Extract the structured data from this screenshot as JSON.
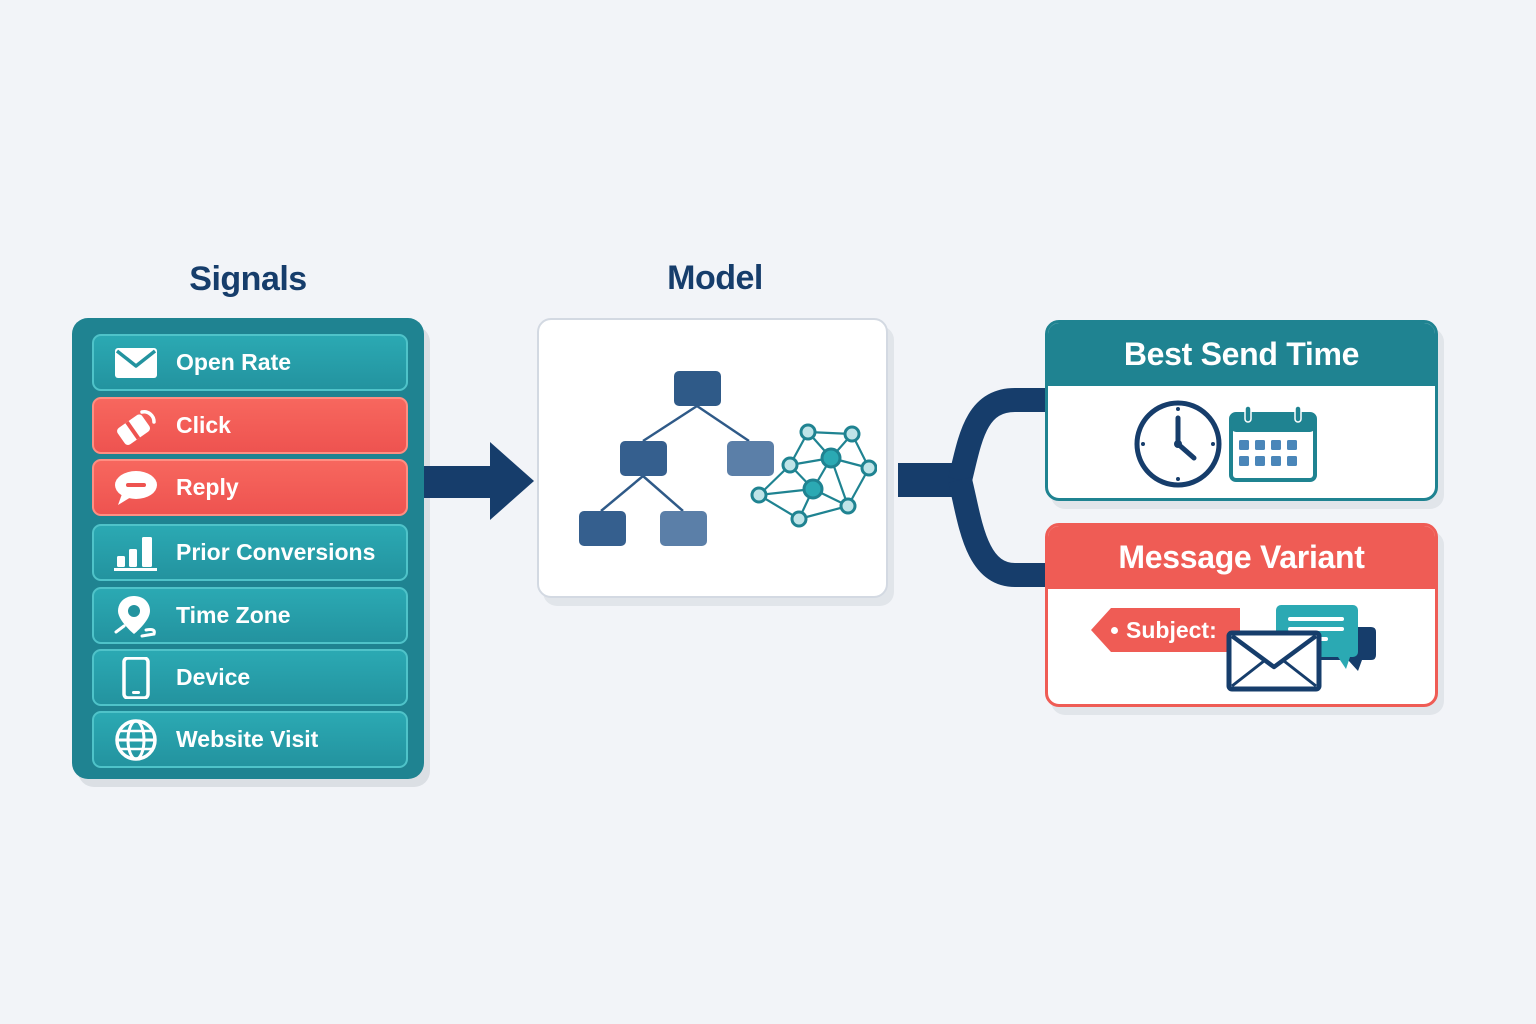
{
  "signals": {
    "title": "Signals",
    "items": [
      {
        "label": "Open Rate",
        "icon": "envelope-icon",
        "color": "teal"
      },
      {
        "label": "Click",
        "icon": "click-tag-icon",
        "color": "red"
      },
      {
        "label": "Reply",
        "icon": "speech-bubble-icon",
        "color": "red"
      },
      {
        "label": "Prior Conversions",
        "icon": "bar-chart-icon",
        "color": "teal"
      },
      {
        "label": "Time Zone",
        "icon": "location-pin-icon",
        "color": "teal"
      },
      {
        "label": "Device",
        "icon": "smartphone-icon",
        "color": "teal"
      },
      {
        "label": "Website Visit",
        "icon": "globe-icon",
        "color": "teal"
      }
    ]
  },
  "model": {
    "title": "Model",
    "icons": [
      "decision-tree-icon",
      "neural-network-icon"
    ]
  },
  "outputs": {
    "best_send_time": {
      "title": "Best Send Time",
      "icons": [
        "clock-icon",
        "calendar-icon"
      ]
    },
    "message_variant": {
      "title": "Message Variant",
      "subject_label": "Subject:",
      "icons": [
        "subject-tag-icon",
        "envelope-icon",
        "chat-bubbles-icon"
      ]
    }
  },
  "colors": {
    "navy": "#163d6b",
    "teal": "#1f8391",
    "teal_light": "#2ba9b3",
    "coral": "#ef5c55",
    "background": "#f2f4f8"
  }
}
